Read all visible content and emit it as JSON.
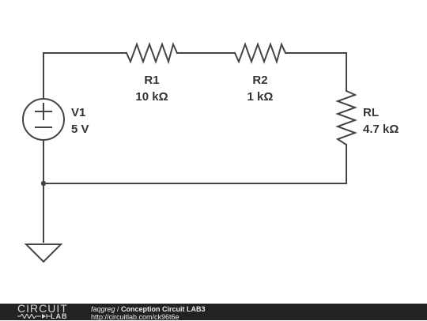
{
  "schematic": {
    "components": {
      "r1": {
        "name": "R1",
        "value": "10 kΩ"
      },
      "r2": {
        "name": "R2",
        "value": "1 kΩ"
      },
      "rl": {
        "name": "RL",
        "value": "4.7 kΩ"
      },
      "v1": {
        "name": "V1",
        "value": "5 V"
      }
    },
    "colors": {
      "wire": "#444444",
      "label": "#333333",
      "footer_bg": "#222222"
    }
  },
  "footer": {
    "logo_top": "CIRCUIT",
    "logo_bottom": "LAB",
    "author": "faqgreg",
    "separator": " / ",
    "title": "Conception Circuit LAB3",
    "url": "http://circuitlab.com/ck96t6e"
  }
}
